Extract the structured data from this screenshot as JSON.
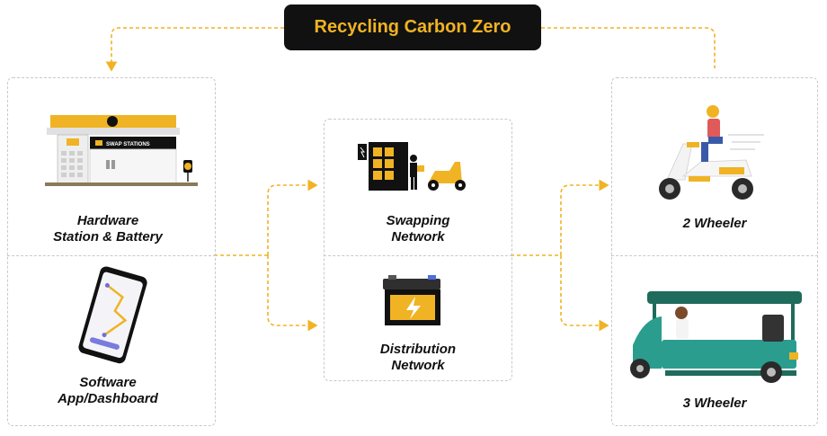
{
  "title": "Recycling Carbon Zero",
  "left": {
    "hardware": {
      "line1": "Hardware",
      "line2": "Station & Battery",
      "sign": "SWAP STATIONS"
    },
    "software": {
      "line1": "Software",
      "line2": "App/Dashboard"
    }
  },
  "middle": {
    "swapping": {
      "line1": "Swapping",
      "line2": "Network"
    },
    "distribution": {
      "line1": "Distribution",
      "line2": "Network"
    }
  },
  "right": {
    "two_wheeler": "2 Wheeler",
    "three_wheeler": "3 Wheeler"
  },
  "colors": {
    "accent": "#f0b323",
    "dark": "#111111",
    "green": "#2a9d8f",
    "border": "#c9c9c9"
  }
}
